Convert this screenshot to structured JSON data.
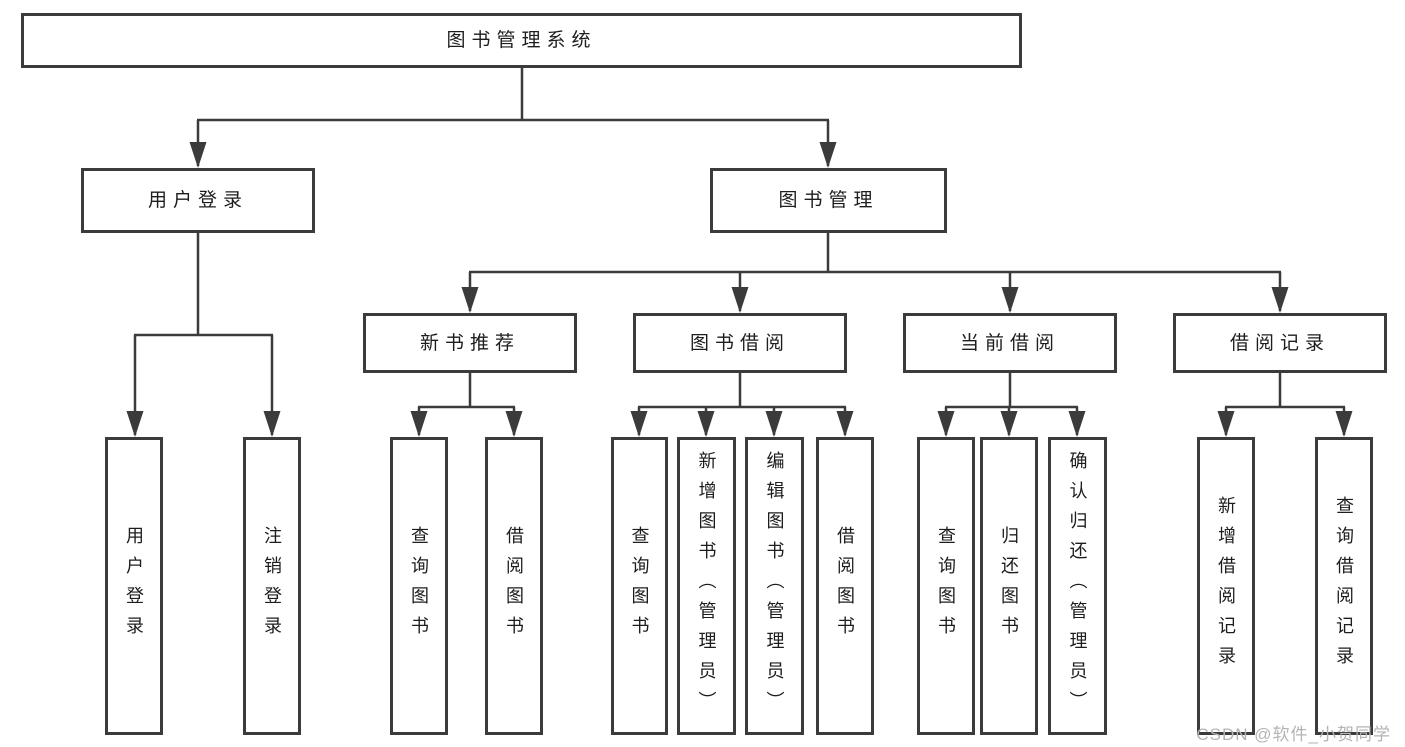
{
  "diagram": {
    "root": {
      "label": "图书管理系统"
    },
    "branches": [
      {
        "label": "用户登录",
        "children": [
          {
            "label": "用户登录"
          },
          {
            "label": "注销登录"
          }
        ]
      },
      {
        "label": "图书管理",
        "children": [
          {
            "label": "新书推荐",
            "children": [
              {
                "label": "查询图书"
              },
              {
                "label": "借阅图书"
              }
            ]
          },
          {
            "label": "图书借阅",
            "children": [
              {
                "label": "查询图书"
              },
              {
                "label": "新增图书（管理员）"
              },
              {
                "label": "编辑图书（管理员）"
              },
              {
                "label": "借阅图书"
              }
            ]
          },
          {
            "label": "当前借阅",
            "children": [
              {
                "label": "查询图书"
              },
              {
                "label": "归还图书"
              },
              {
                "label": "确认归还（管理员）"
              }
            ]
          },
          {
            "label": "借阅记录",
            "children": [
              {
                "label": "新增借阅记录"
              },
              {
                "label": "查询借阅记录"
              }
            ]
          }
        ]
      }
    ]
  },
  "watermark": {
    "text": "CSDN @软件_小贺同学"
  },
  "colors": {
    "line": "#3b3b3b",
    "box_border": "#3b3b3b",
    "text": "#1d1d1d",
    "watermark": "#b4b4b4",
    "background": "#ffffff"
  }
}
